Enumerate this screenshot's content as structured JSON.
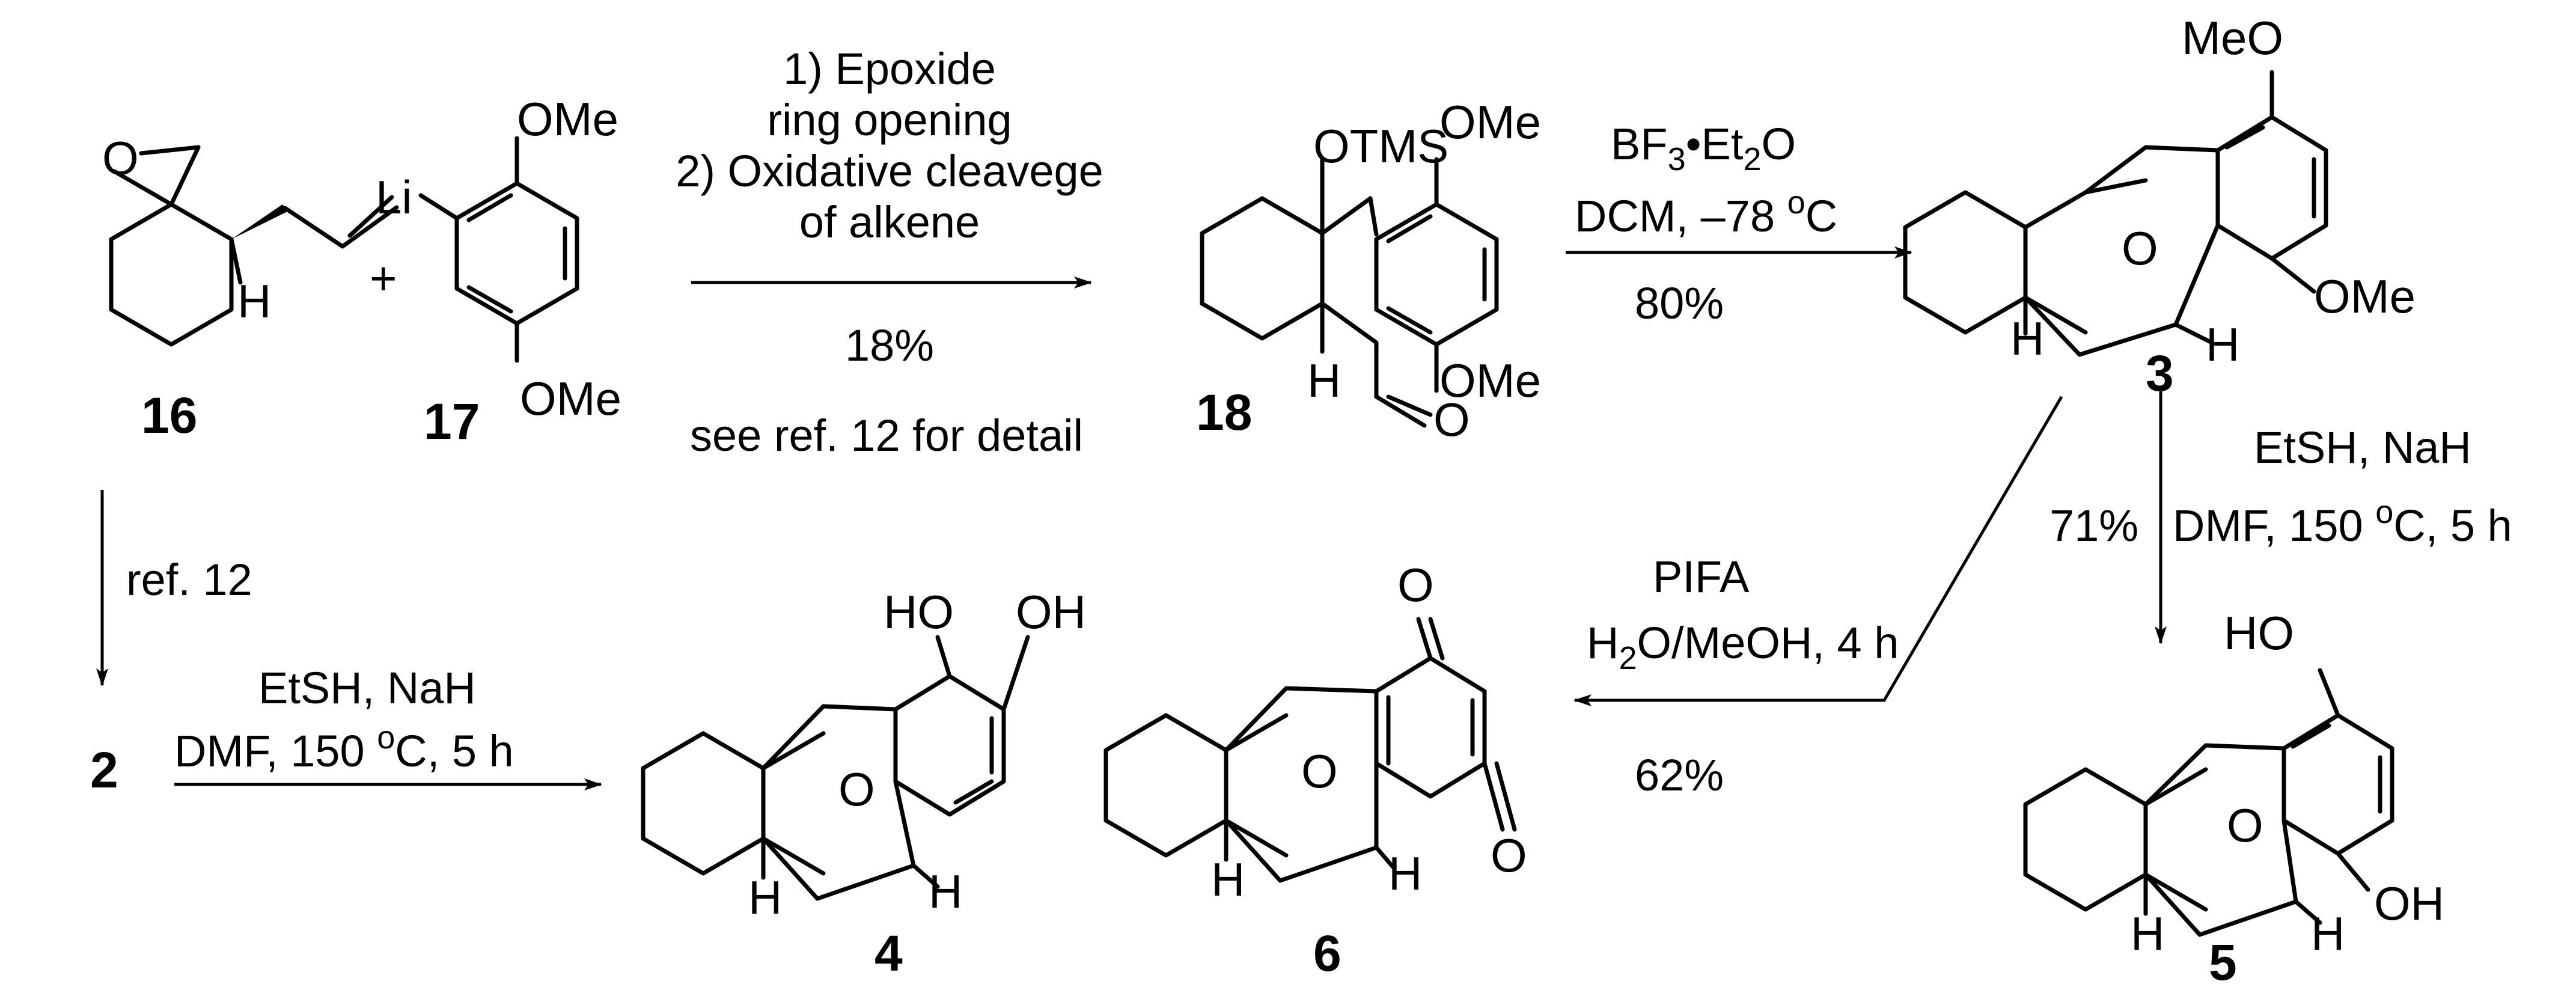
{
  "compounds": {
    "c16": {
      "label": "16",
      "atoms": {
        "o": "O",
        "h": "H"
      }
    },
    "c17": {
      "label": "17",
      "atoms": {
        "li": "Li",
        "ome_top": "OMe",
        "ome_bottom": "OMe"
      }
    },
    "plus": "+",
    "c18": {
      "label": "18",
      "atoms": {
        "otms": "OTMS",
        "ome_top": "OMe",
        "ome_bottom": "OMe",
        "h": "H",
        "o_ald": "O"
      }
    },
    "c3": {
      "label": "3",
      "atoms": {
        "meo": "MeO",
        "ome": "OMe",
        "o": "O",
        "h_left": "H",
        "h_right": "H"
      }
    },
    "c2": {
      "label": "2"
    },
    "c4": {
      "label": "4",
      "atoms": {
        "ho": "HO",
        "oh": "OH",
        "o": "O",
        "h_left": "H",
        "h_right": "H"
      }
    },
    "c6": {
      "label": "6",
      "atoms": {
        "o_top": "O",
        "o_bottom": "O",
        "o": "O",
        "h_left": "H",
        "h_right": "H"
      }
    },
    "c5": {
      "label": "5",
      "atoms": {
        "ho": "HO",
        "oh": "OH",
        "o": "O",
        "h_left": "H",
        "h_right": "H"
      }
    }
  },
  "arrows": {
    "a1": {
      "line1": "1) Epoxide",
      "line2": "ring opening",
      "line3": "2) Oxidative cleavege",
      "line4": "of alkene",
      "yield": "18%",
      "note": "see ref. 12 for detail"
    },
    "a2": {
      "reagent_main": "BF",
      "reagent_sub1": "3",
      "reagent_mid": "•Et",
      "reagent_sub2": "2",
      "reagent_end": "O",
      "solvent_pre": "DCM, –78 ",
      "solvent_sup": "o",
      "solvent_post": "C",
      "yield": "80%"
    },
    "a3": {
      "reagent": "EtSH, NaH",
      "cond_pre": "DMF, 150 ",
      "cond_sup": "o",
      "cond_post": "C, 5 h",
      "yield": "71%"
    },
    "a4": {
      "reagent": "ref. 12"
    },
    "a5": {
      "reagent": "EtSH, NaH",
      "cond_pre": "DMF, 150 ",
      "cond_sup": "o",
      "cond_post": "C, 5 h"
    },
    "a6": {
      "reagent": "PIFA",
      "cond_pre": "H",
      "cond_sub": "2",
      "cond_post": "O/MeOH, 4 h",
      "yield": "62%"
    }
  }
}
